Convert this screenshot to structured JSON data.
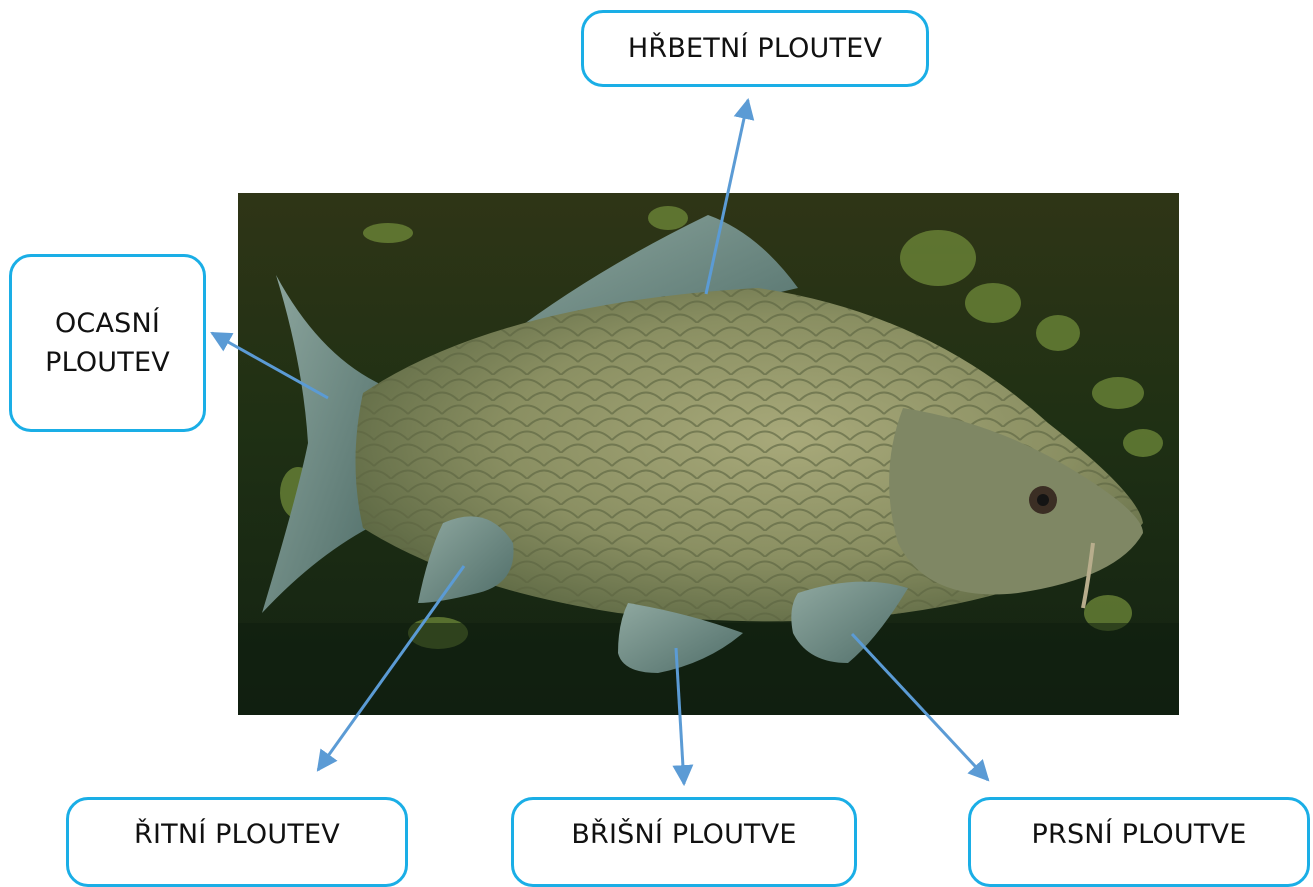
{
  "labels": {
    "dorsal": "HŘBETNÍ PLOUTEV",
    "caudal": "OCASNÍ PLOUTEV",
    "anal": "ŘITNÍ PLOUTEV",
    "pelvic": "BŘIŠNÍ PLOUTVE",
    "pectoral": "PRSNÍ PLOUTVE"
  },
  "colors": {
    "box_border": "#1aaee6",
    "arrow": "#5b9bd5"
  },
  "photo_subject": "common-carp"
}
